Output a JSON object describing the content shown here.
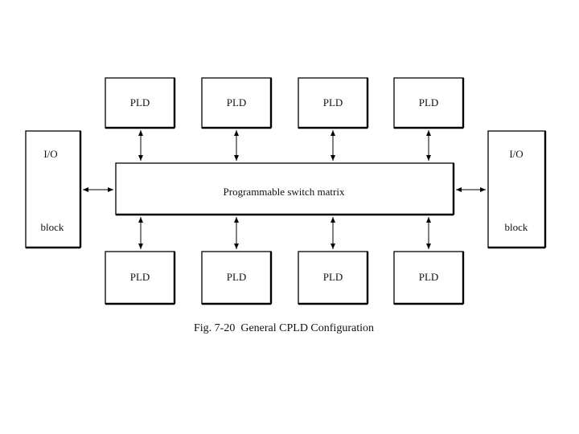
{
  "pld_top": [
    "PLD",
    "PLD",
    "PLD",
    "PLD"
  ],
  "pld_bottom": [
    "PLD",
    "PLD",
    "PLD",
    "PLD"
  ],
  "io_left": {
    "top_label": "I/O",
    "bottom_label": "block"
  },
  "io_right": {
    "top_label": "I/O",
    "bottom_label": "block"
  },
  "switch_matrix": {
    "label": "Programmable switch matrix"
  },
  "caption": "Fig. 7-20  General CPLD Configuration"
}
